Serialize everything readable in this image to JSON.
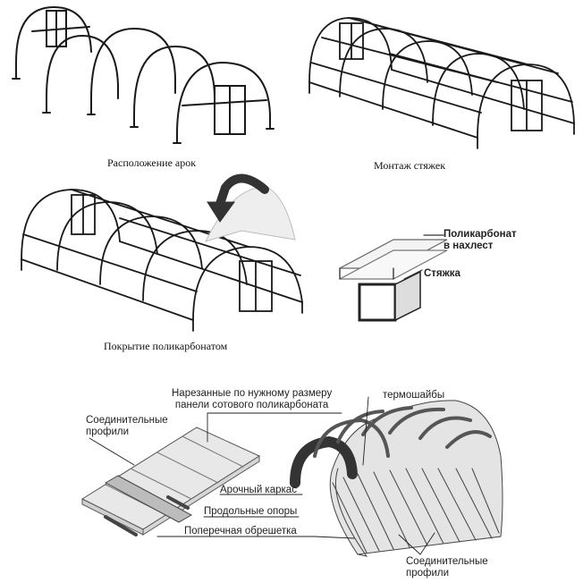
{
  "captions": {
    "arches": "Расположение арок",
    "ties": "Монтаж стяжек",
    "cover": "Покрытие поликарбонатом"
  },
  "detail": {
    "poly_line1": "Поликарбонат",
    "poly_line2": "в нахлест",
    "tie": "Стяжка"
  },
  "bottom": {
    "panels_line1": "Нарезанные по нужному размеру",
    "panels_line2": "панели сотового поликарбоната",
    "washers": "термошайбы",
    "conn_left_line1": "Соединительные",
    "conn_left_line2": "профили",
    "arch_frame": "Арочный каркас",
    "long_supports": "Продольные опоры",
    "cross_lathing": "Поперечная обрешетка",
    "conn_right_line1": "Соединительные",
    "conn_right_line2": "профили"
  }
}
